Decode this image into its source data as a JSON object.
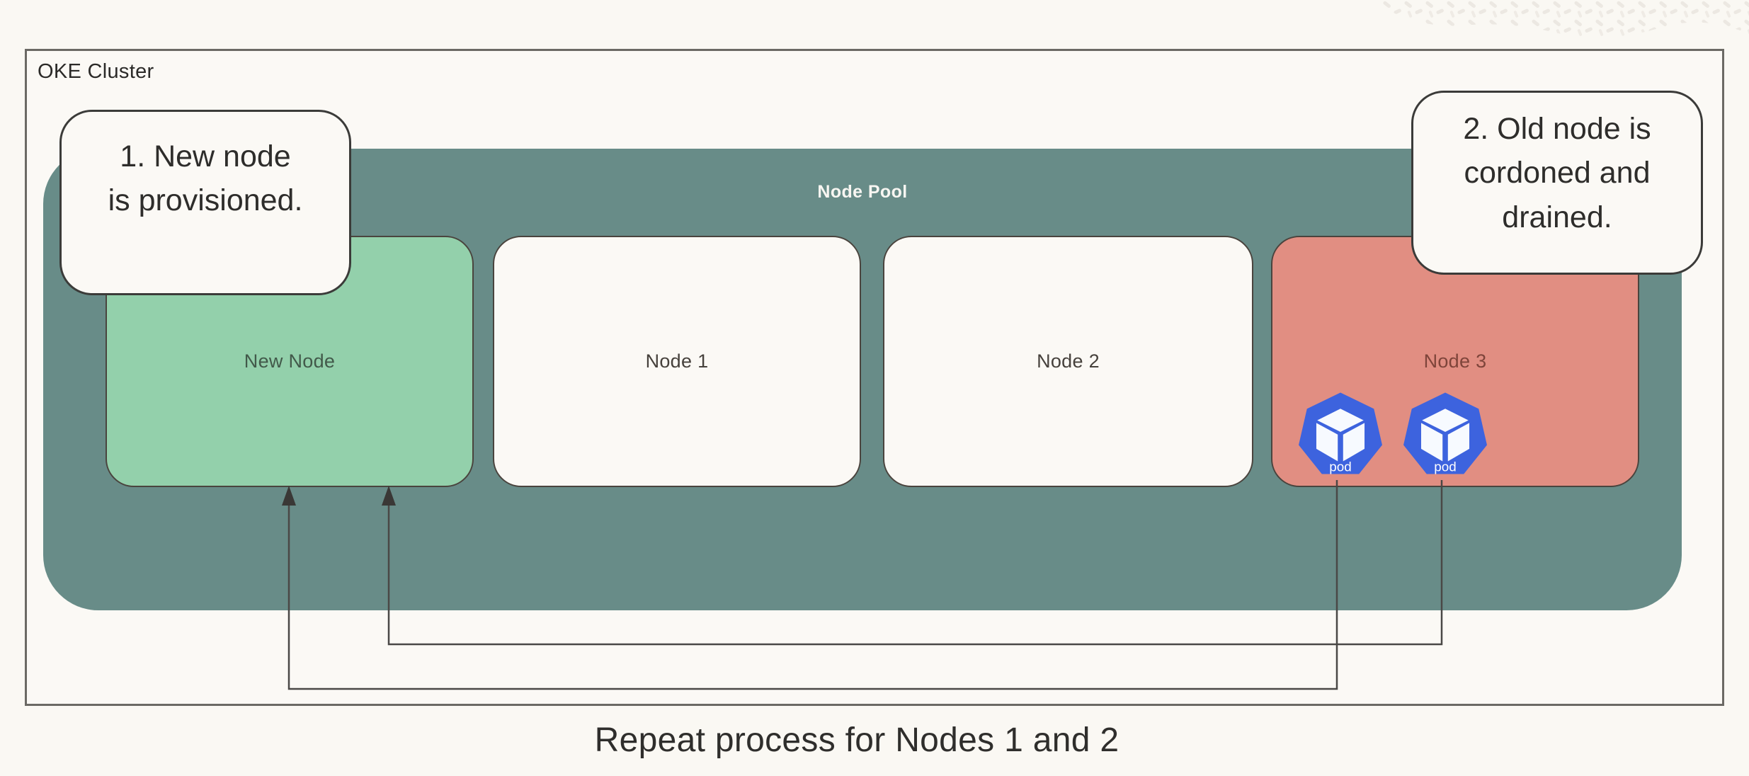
{
  "diagram": {
    "cluster_label": "OKE Cluster",
    "pool_label": "Node Pool",
    "nodes": [
      {
        "id": "new-node",
        "label": "New Node",
        "state": "new"
      },
      {
        "id": "node-1",
        "label": "Node 1",
        "state": "normal"
      },
      {
        "id": "node-2",
        "label": "Node 2",
        "state": "normal"
      },
      {
        "id": "node-3",
        "label": "Node 3",
        "state": "old"
      }
    ],
    "pods": [
      {
        "label": "pod"
      },
      {
        "label": "pod"
      }
    ],
    "callouts": [
      {
        "lines": [
          "1. New node",
          "is provisioned."
        ]
      },
      {
        "lines": [
          "2. Old node is",
          "cordoned and",
          "drained."
        ]
      }
    ],
    "caption": "Repeat process for Nodes 1 and 2",
    "colors": {
      "background": "#FAF8F3",
      "pool": "#688C88",
      "new_node": "#93D0AB",
      "old_node": "#E18E82",
      "node_default": "#FBF9F5",
      "pod_blue": "#3D63DE",
      "line": "#4A4846"
    }
  }
}
